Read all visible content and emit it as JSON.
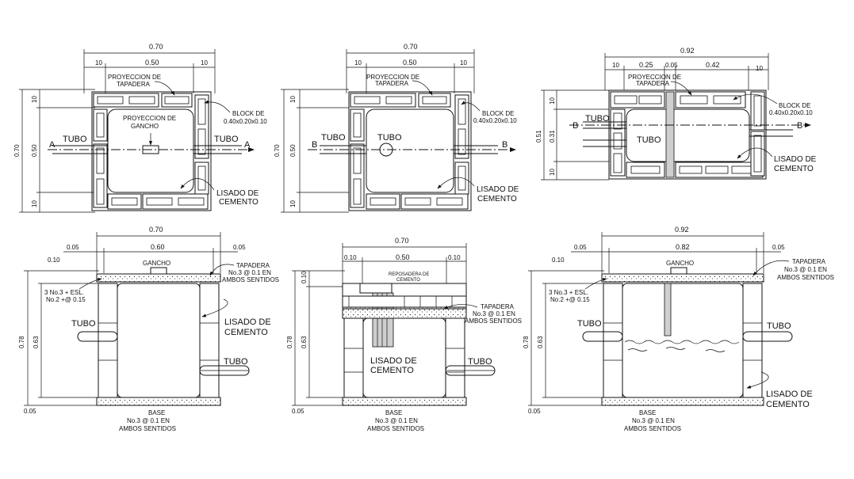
{
  "plan1": {
    "dim_top_total": "0.70",
    "dim_top_parts": [
      "10",
      "0.50",
      "10"
    ],
    "dim_left_total": "0.70",
    "dim_left_parts": [
      "10",
      "0.50",
      "10"
    ],
    "lbl_proy_tapadera_1": "PROYECCION DE",
    "lbl_proy_tapadera_2": "TAPADERA",
    "lbl_proy_gancho_1": "PROYECCION DE",
    "lbl_proy_gancho_2": "GANCHO",
    "lbl_block_1": "BLOCK DE",
    "lbl_block_2": "0.40x0.20x0.10",
    "lbl_tubo_left": "TUBO",
    "lbl_tubo_right": "TUBO",
    "section_left": "A",
    "section_right": "A",
    "lbl_lisado_1": "LISADO DE",
    "lbl_lisado_2": "CEMENTO"
  },
  "plan2": {
    "dim_top_total": "0.70",
    "dim_top_parts": [
      "10",
      "0.50",
      "10"
    ],
    "dim_left_total": "0.70",
    "dim_left_parts": [
      "10",
      "0.50",
      "10"
    ],
    "lbl_proy_tapadera_1": "PROYECCION DE",
    "lbl_proy_tapadera_2": "TAPADERA",
    "lbl_block_1": "BLOCK DE",
    "lbl_block_2": "0.40x0.20x0.10",
    "lbl_tubo_left": "TUBO",
    "lbl_tubo_center": "TUBO",
    "section_left": "B",
    "section_right": "B",
    "lbl_lisado_1": "LISADO DE",
    "lbl_lisado_2": "CEMENTO"
  },
  "plan3": {
    "dim_top_total": "0.92",
    "dim_top_parts": [
      "10",
      "0.25",
      "0.05",
      "0.42",
      "10"
    ],
    "dim_left_total": "0.51",
    "dim_left_parts": [
      "10",
      "0.31",
      "10"
    ],
    "lbl_proy_tapadera_1": "PROYECCION DE",
    "lbl_proy_tapadera_2": "TAPADERA",
    "lbl_block_1": "BLOCK DE",
    "lbl_block_2": "0.40x0.20x0.10",
    "lbl_tubo_left": "TUBO",
    "lbl_tubo_center": "TUBO",
    "section_left": "B",
    "section_right": "B",
    "lbl_lisado_1": "LISADO DE",
    "lbl_lisado_2": "CEMENTO"
  },
  "sec1": {
    "dim_top_total": "0.70",
    "dim_top_parts": [
      "0.05",
      "0.60",
      "0.05"
    ],
    "dim_lid": "0.10",
    "dim_left_total": "0.78",
    "dim_left_inner": "0.63",
    "dim_base": "0.05",
    "lbl_gancho": "GANCHO",
    "lbl_tapadera_1": "TAPADERA",
    "lbl_tapadera_2": "No.3 @ 0.1 EN",
    "lbl_tapadera_3": "AMBOS SENTIDOS",
    "lbl_ref_1": "3 No.3 + ESL.",
    "lbl_ref_2": "No.2 +@ 0.15",
    "lbl_tubo_left": "TUBO",
    "lbl_tubo_right": "TUBO",
    "lbl_lisado_1": "LISADO DE",
    "lbl_lisado_2": "CEMENTO",
    "lbl_base_1": "BASE",
    "lbl_base_2": "No.3 @ 0.1 EN",
    "lbl_base_3": "AMBOS SENTIDOS"
  },
  "sec2": {
    "dim_top_total": "0.70",
    "dim_top_parts": [
      "0.10",
      "0.50",
      "0.10"
    ],
    "dim_lid": "0.10",
    "dim_left_total": "0.78",
    "dim_left_inner": "0.63",
    "dim_base": "0.05",
    "lbl_reposadera_1": "REPOSADERA DE",
    "lbl_reposadera_2": "CEMENTO",
    "lbl_tapadera_1": "TAPADERA",
    "lbl_tapadera_2": "No.3 @ 0.1 EN",
    "lbl_tapadera_3": "AMBOS SENTIDOS",
    "lbl_lisado_1": "LISADO DE",
    "lbl_lisado_2": "CEMENTO",
    "lbl_tubo_right": "TUBO",
    "lbl_base_1": "BASE",
    "lbl_base_2": "No.3 @ 0.1 EN",
    "lbl_base_3": "AMBOS SENTIDOS"
  },
  "sec3": {
    "dim_top_total": "0.92",
    "dim_top_parts": [
      "0.05",
      "0.82",
      "0.05"
    ],
    "dim_lid": "0.10",
    "dim_left_total": "0.78",
    "dim_left_inner": "0.63",
    "dim_base": "0.05",
    "lbl_gancho": "GANCHO",
    "lbl_tapadera_1": "TAPADERA",
    "lbl_tapadera_2": "No.3 @ 0.1 EN",
    "lbl_tapadera_3": "AMBOS SENTIDOS",
    "lbl_ref_1": "3 No.3 + ESL.",
    "lbl_ref_2": "No.2 +@ 0.15",
    "lbl_tubo_left": "TUBO",
    "lbl_tubo_right": "TUBO",
    "lbl_lisado_1": "LISADO DE",
    "lbl_lisado_2": "CEMENTO",
    "lbl_base_1": "BASE",
    "lbl_base_2": "No.3 @ 0.1 EN",
    "lbl_base_3": "AMBOS SENTIDOS"
  }
}
